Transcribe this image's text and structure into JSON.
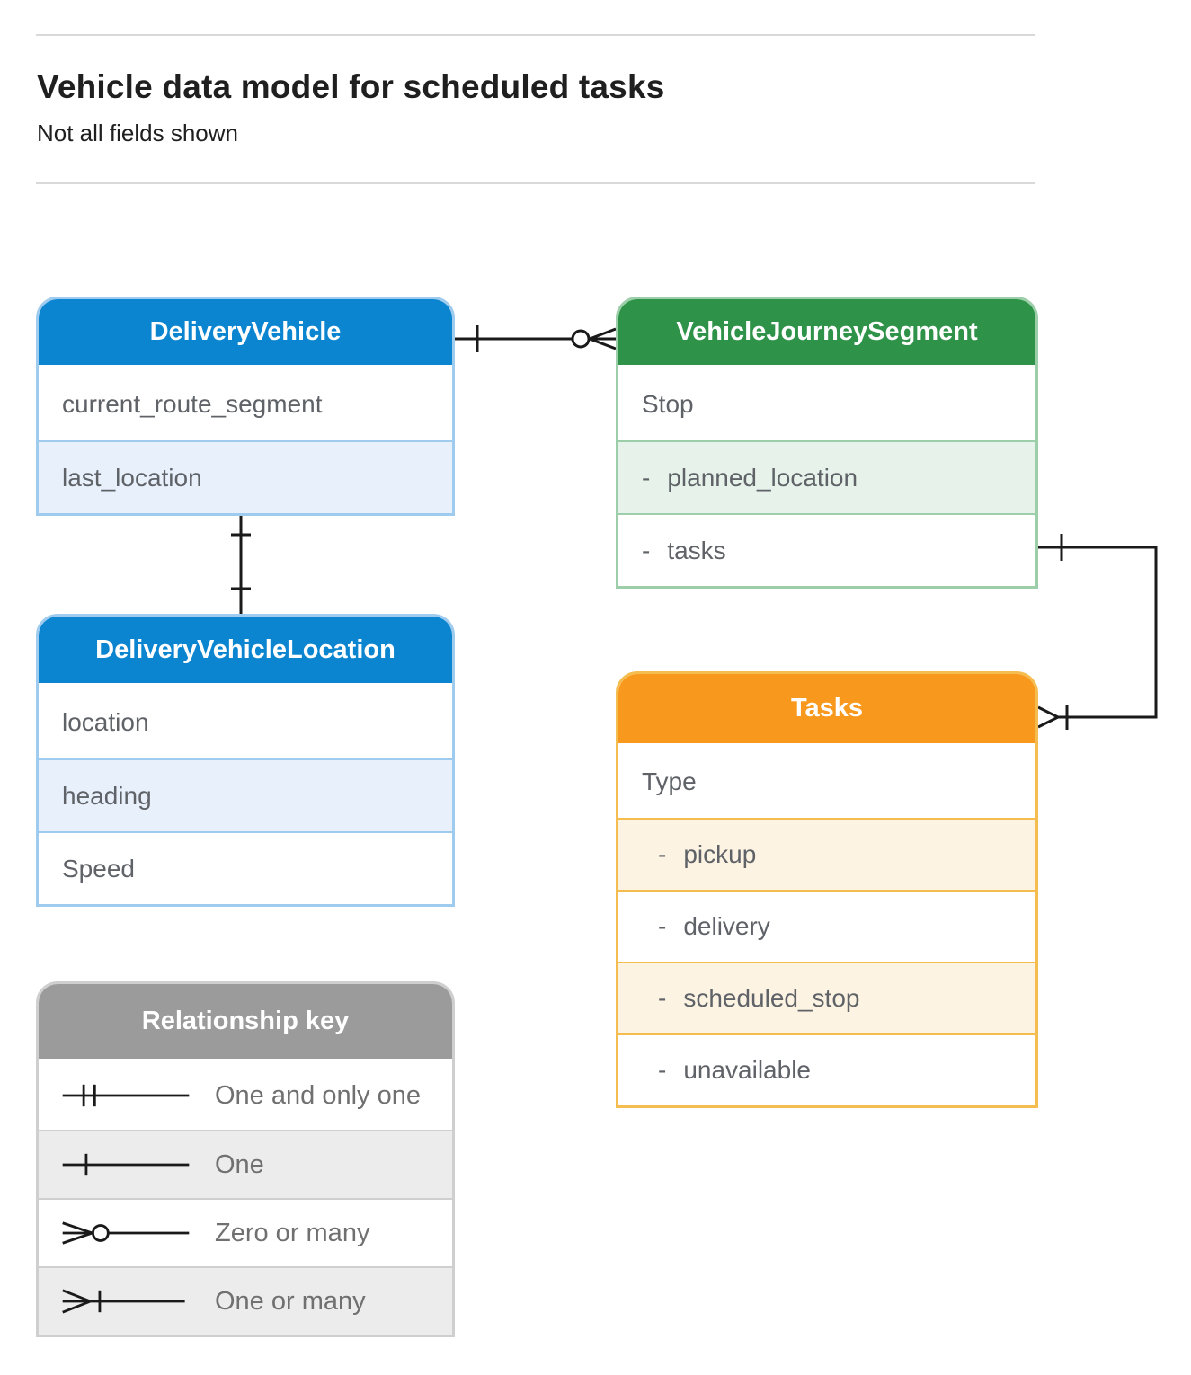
{
  "header": {
    "title": "Vehicle data model for scheduled tasks",
    "subtitle": "Not all fields shown"
  },
  "entities": {
    "deliveryVehicle": {
      "title": "DeliveryVehicle",
      "fields": [
        {
          "label": "current_route_segment"
        },
        {
          "label": "last_location"
        }
      ]
    },
    "vehicleJourneySegment": {
      "title": "VehicleJourneySegment",
      "fields": [
        {
          "label": "Stop"
        },
        {
          "dash": "-",
          "label": "planned_location"
        },
        {
          "dash": "-",
          "label": "tasks"
        }
      ]
    },
    "deliveryVehicleLocation": {
      "title": "DeliveryVehicleLocation",
      "fields": [
        {
          "label": "location"
        },
        {
          "label": "heading"
        },
        {
          "label": "Speed"
        }
      ]
    },
    "tasks": {
      "title": "Tasks",
      "fields": [
        {
          "label": "Type"
        },
        {
          "dash": "-",
          "label": "pickup"
        },
        {
          "dash": "-",
          "label": "delivery"
        },
        {
          "dash": "-",
          "label": "scheduled_stop"
        },
        {
          "dash": "-",
          "label": "unavailable"
        }
      ]
    }
  },
  "legend": {
    "title": "Relationship key",
    "items": [
      {
        "symbol": "one-and-only-one",
        "label": "One and only one"
      },
      {
        "symbol": "one",
        "label": "One"
      },
      {
        "symbol": "zero-or-many",
        "label": "Zero or many"
      },
      {
        "symbol": "one-or-many",
        "label": "One or many"
      }
    ]
  },
  "colors": {
    "blue_header": "#0b85d0",
    "green_header": "#2e9348",
    "orange_header": "#f8991e",
    "gray_header": "#9b9b9b",
    "connector": "#1a1a1a"
  }
}
